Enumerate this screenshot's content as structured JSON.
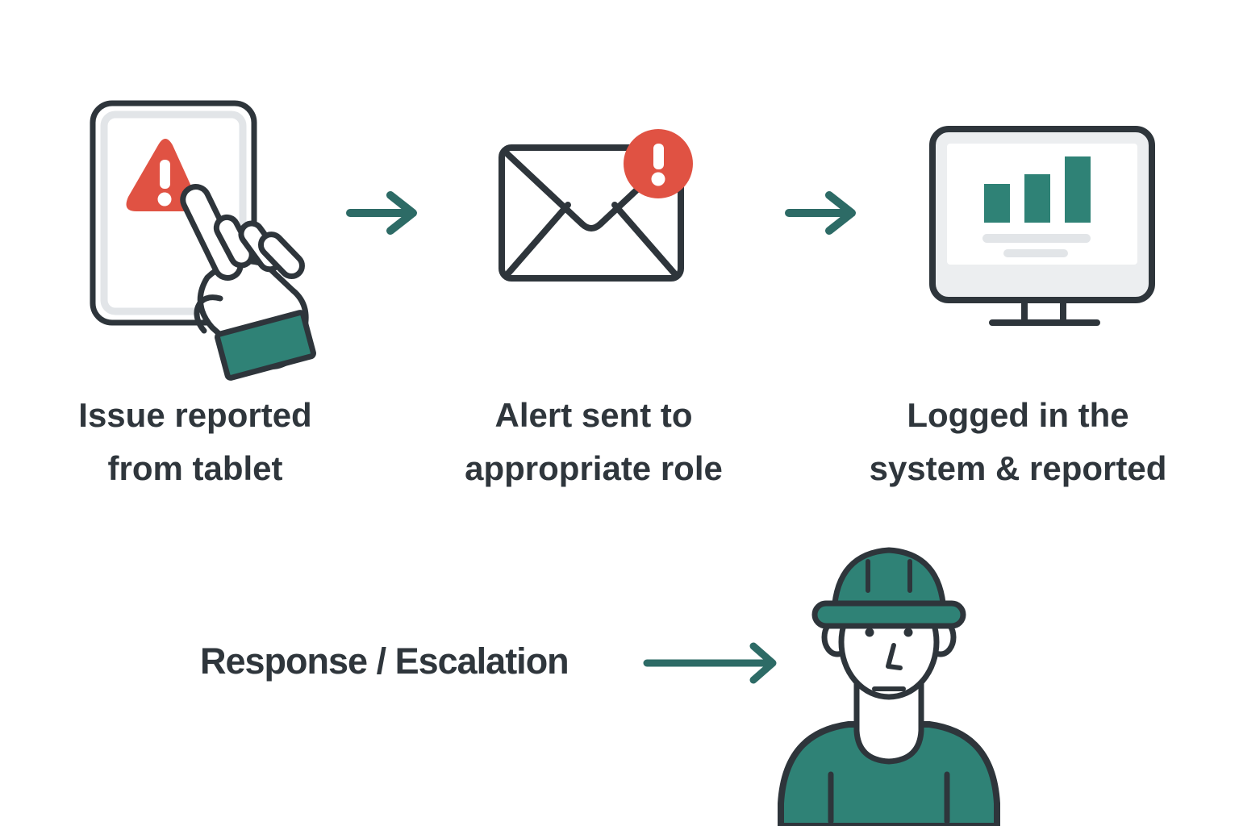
{
  "diagram": {
    "type": "workflow",
    "steps": [
      {
        "id": "issue-reported",
        "icon": "tablet-warning-tap-icon",
        "label_lines": [
          "Issue reported",
          "from tablet"
        ]
      },
      {
        "id": "alert-sent",
        "icon": "email-alert-icon",
        "label_lines": [
          "Alert sent to",
          "appropriate role"
        ]
      },
      {
        "id": "logged-in-system",
        "icon": "monitor-bar-chart-icon",
        "label_lines": [
          "Logged in the",
          "system & reported"
        ]
      }
    ],
    "connectors": [
      "right-arrow",
      "right-arrow"
    ],
    "response_row": {
      "label": "Response / Escalation",
      "connector": "right-arrow",
      "icon": "construction-worker-icon"
    },
    "monitor_chart": {
      "type": "bar",
      "values_relative": [
        48,
        60,
        82
      ],
      "bars": 3
    },
    "colors": {
      "background": "#ffffff",
      "outline_dark": "#2e353b",
      "teal_fill": "#2f8276",
      "arrow_teal": "#2d6b66",
      "alert_red": "#e05243",
      "bezel_gray": "#eceef0",
      "line_gray": "#e2e5e8",
      "text": "#2f363c"
    }
  }
}
